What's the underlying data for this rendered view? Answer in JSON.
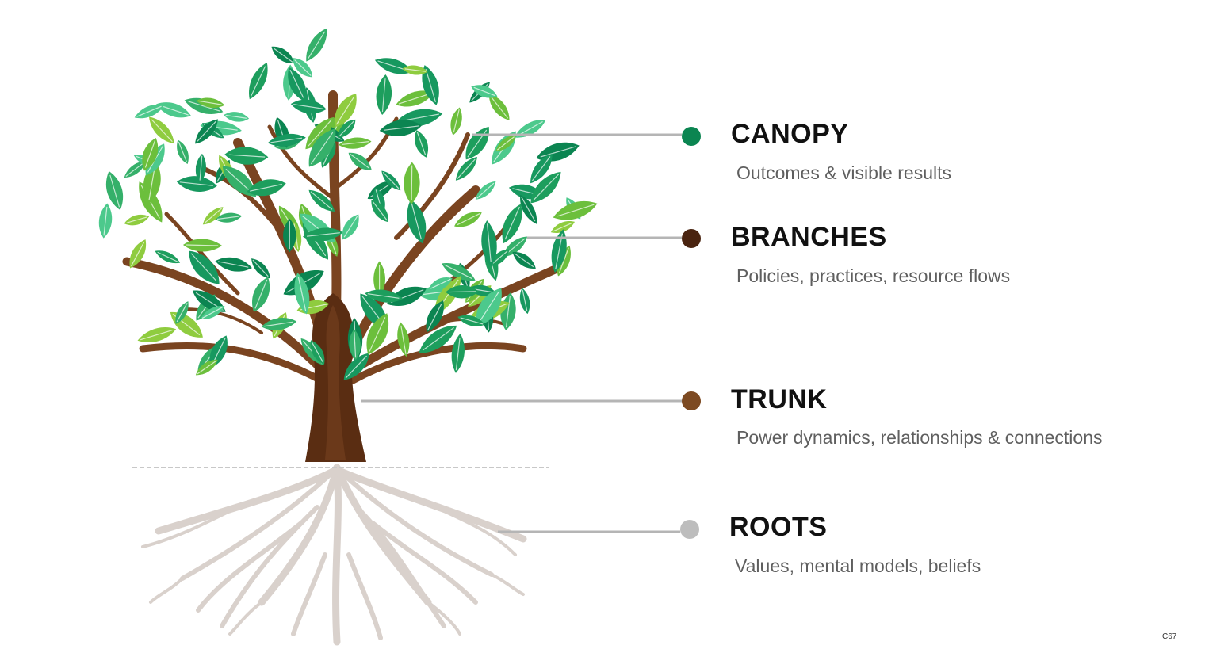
{
  "layers": [
    {
      "id": "canopy",
      "title": "CANOPY",
      "description": "Outcomes & visible results",
      "dot_color": "#0b8551"
    },
    {
      "id": "branches",
      "title": "BRANCHES",
      "description": "Policies, practices, resource flows",
      "dot_color": "#4a2410"
    },
    {
      "id": "trunk",
      "title": "TRUNK",
      "description": "Power dynamics, relationships & connections",
      "dot_color": "#7d4a22"
    },
    {
      "id": "roots",
      "title": "ROOTS",
      "description": "Values, mental models, beliefs",
      "dot_color": "#bdbdbd"
    }
  ],
  "slide_code": "C67",
  "colors": {
    "trunk": "#5a2d12",
    "trunk_highlight": "#7a4420",
    "roots": "#d9d1cc",
    "connector": "#b5b5b5",
    "leaf_palette": [
      "#0b8551",
      "#1d9e5d",
      "#35b06a",
      "#6cbf3c",
      "#8fcc3f",
      "#4cc98c",
      "#17985f"
    ]
  }
}
